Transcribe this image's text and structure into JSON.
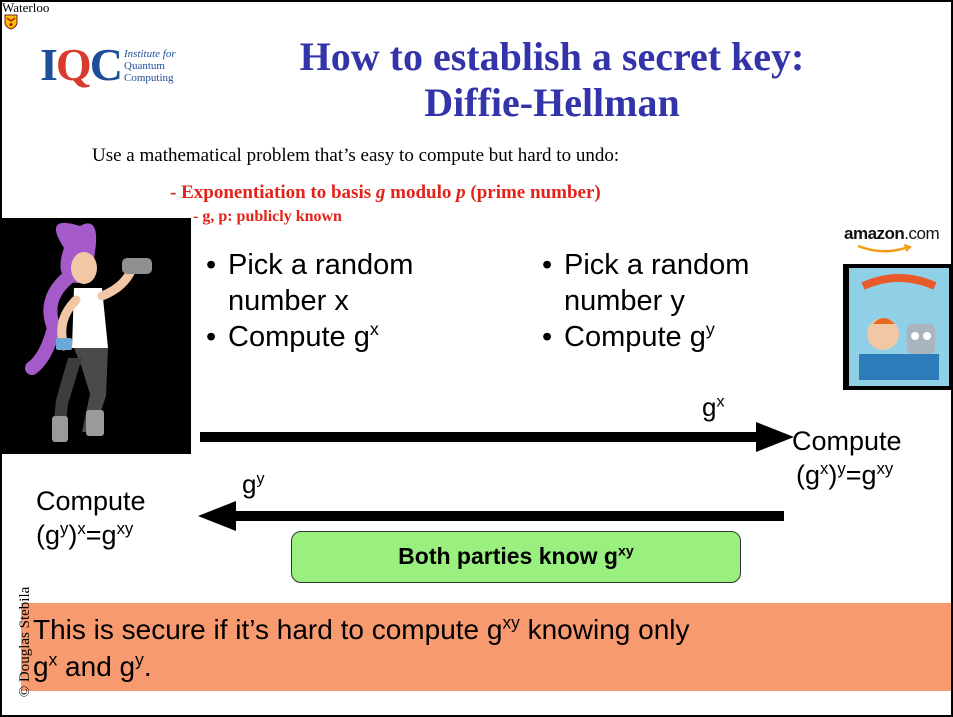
{
  "header": {
    "university": "Waterloo",
    "logo": {
      "mark_i": "I",
      "mark_q": "Q",
      "mark_c": "C",
      "line1": "Institute for",
      "line2": "Quantum",
      "line3": "Computing"
    }
  },
  "title": {
    "line1": "How to establish a secret key:",
    "line2": "Diffie-Hellman"
  },
  "intro": "Use a mathematical problem that’s easy to compute but hard to undo:",
  "red_points": {
    "line1_prefix": "- Exponentiation to basis ",
    "line1_g": "g",
    "line1_mid": " modulo ",
    "line1_p": "p",
    "line1_suffix": " (prime number)",
    "line2": "- g, p:  publicly known"
  },
  "bullets_left": {
    "pick_1": "Pick a random",
    "pick_2": "number x",
    "compute": "Compute g",
    "exp": "x"
  },
  "bullets_right": {
    "pick_1": "Pick a random",
    "pick_2": "number y",
    "compute": "Compute g",
    "exp": "y"
  },
  "bullet_symbol": "•",
  "amazon": {
    "brand": "amazon",
    "domain": ".com"
  },
  "arrow_top_label": {
    "base": "g",
    "exp": "x"
  },
  "arrow_bottom_label": {
    "base": "g",
    "exp": "y"
  },
  "compute_right": {
    "word": "Compute",
    "open": "(g",
    "inner_exp": "x",
    "close": ")",
    "outer_exp": "y",
    "eq": "=g",
    "result_exp": "xy"
  },
  "compute_left": {
    "word": "Compute",
    "open": "(g",
    "inner_exp": "y",
    "close": ")",
    "outer_exp": "x",
    "eq": "=g",
    "result_exp": "xy"
  },
  "both_parties": {
    "text": "Both parties know g",
    "exp": "xy"
  },
  "conclusion": {
    "part1": "This is secure if it’s hard to compute g",
    "exp_xy": "xy",
    "part2": " knowing only",
    "part3": "g",
    "exp_x": "x",
    "part4": " and g",
    "exp_y": "y",
    "part5": "."
  },
  "copyright": "© Douglas Stebila",
  "colors": {
    "title": "#3333aa",
    "red": "#e2231a",
    "green_box": "#99f07f",
    "orange_box": "#f89a70"
  },
  "icons": {
    "crest": "university-crest-icon",
    "bullet": "bullet-dot-icon"
  }
}
